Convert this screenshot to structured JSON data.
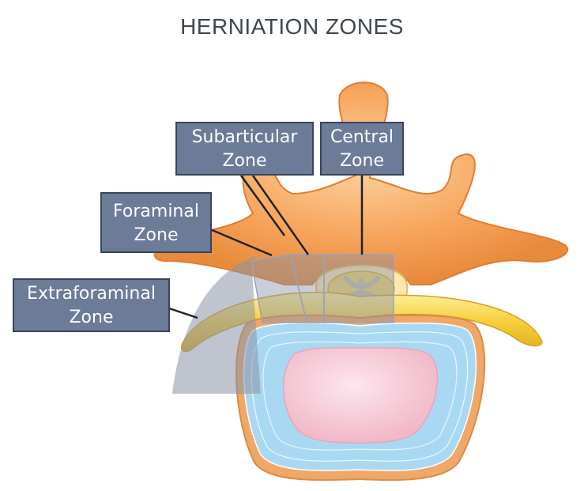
{
  "title": "HERNIATION ZONES",
  "zones": [
    {
      "id": "extraforaminal",
      "line1": "Extraforaminal",
      "line2": "Zone"
    },
    {
      "id": "foraminal",
      "line1": "Foraminal",
      "line2": "Zone"
    },
    {
      "id": "subarticular",
      "line1": "Subarticular",
      "line2": "Zone"
    },
    {
      "id": "central",
      "line1": "Central",
      "line2": "Zone"
    }
  ],
  "colors": {
    "bone": "#f7a55c",
    "nerve": "#f2c93a",
    "disc_annulus": "#a9d9f2",
    "disc_nucleus": "#f6cbd7",
    "zone_overlay": "#8a93a8",
    "label_fill": "#6b7b98"
  }
}
